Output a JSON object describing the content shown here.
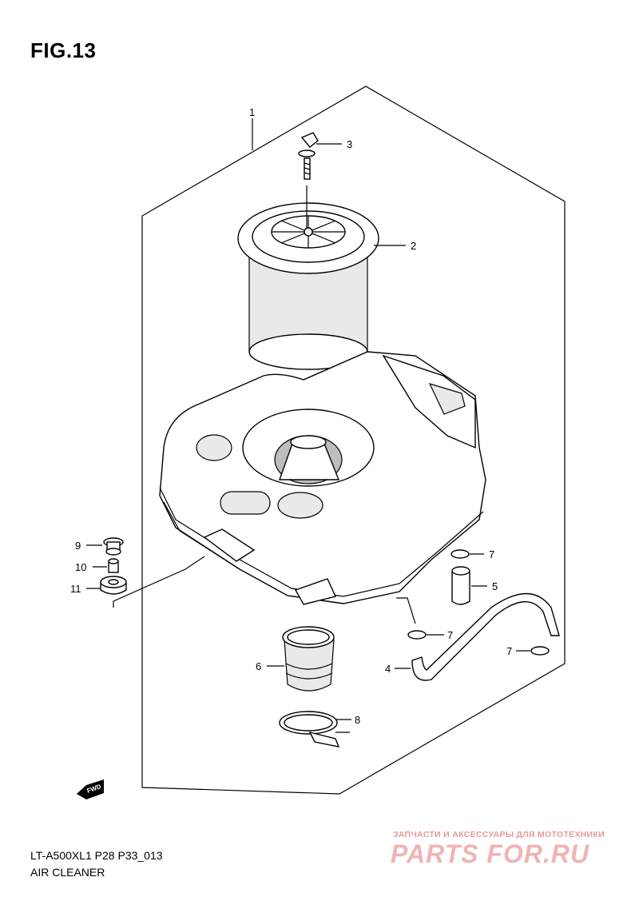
{
  "figure": {
    "title": "FIG.13"
  },
  "footer": {
    "code": "LT-A500XL1 P28 P33_013",
    "name": "AIR CLEANER"
  },
  "watermark": {
    "caption": "ЗАПЧАСТИ И АКСЕССУАРЫ ДЛЯ МОТОТЕХНИКИ",
    "brand": "PARTS FOR.RU"
  },
  "fwd_label": "FWD",
  "callouts": {
    "c1": "1",
    "c2": "2",
    "c3": "3",
    "c4": "4",
    "c5": "5",
    "c6": "6",
    "c7a": "7",
    "c7b": "7",
    "c7c": "7",
    "c8": "8",
    "c9": "9",
    "c10": "10",
    "c11": "11"
  }
}
